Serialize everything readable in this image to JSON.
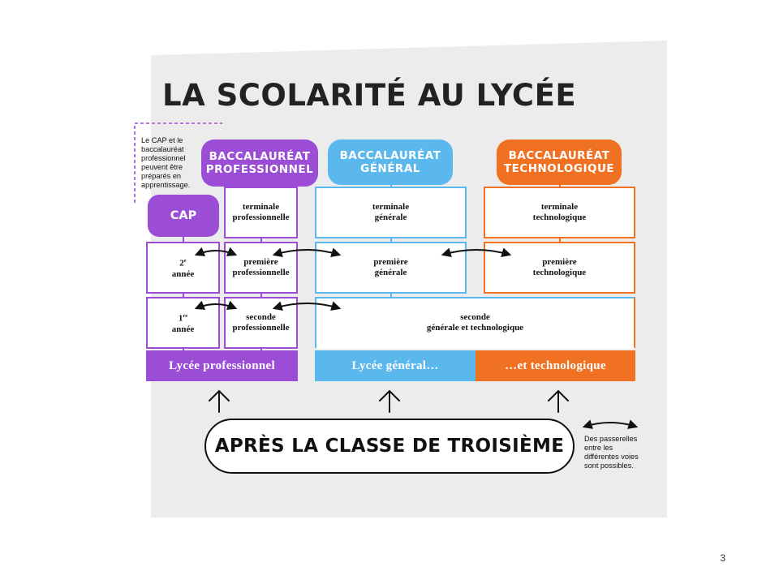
{
  "title": "LA SCOLARITÉ AU LYCÉE",
  "apprentissage_note": "Le CAP et le baccalauréat professionnel peuvent être préparés en apprentissage.",
  "headers": {
    "pro": "BACCALAURÉAT PROFESSIONNEL",
    "gen": "BACCALAURÉAT GÉNÉRAL",
    "tech": "BACCALAURÉAT TECHNOLOGIQUE"
  },
  "cap": {
    "label": "CAP",
    "year2_num": "2",
    "year2_sup": "e",
    "year2_word": "année",
    "year1_num": "1",
    "year1_sup": "re",
    "year1_word": "année"
  },
  "pro": {
    "terminale": [
      "terminale",
      "professionnelle"
    ],
    "premiere": [
      "première",
      "professionnelle"
    ],
    "seconde": [
      "seconde",
      "professionnelle"
    ]
  },
  "gen": {
    "terminale": [
      "terminale",
      "générale"
    ],
    "premiere": [
      "première",
      "générale"
    ]
  },
  "tech": {
    "terminale": [
      "terminale",
      "technologique"
    ],
    "premiere": [
      "première",
      "technologique"
    ]
  },
  "seconde_gt": [
    "seconde",
    "générale et technologique"
  ],
  "bands": {
    "pro": "Lycée professionnel",
    "gen": "Lycée général…",
    "tech": "…et technologique"
  },
  "bottom": "APRÈS LA CLASSE DE TROISIÈME",
  "legend_note": "Des passerelles entre les différentes voies sont possibles.",
  "page_number": "3",
  "colors": {
    "purple": "#9b4dd6",
    "blue": "#5ab8ec",
    "orange": "#f07122",
    "background": "#ececec"
  }
}
